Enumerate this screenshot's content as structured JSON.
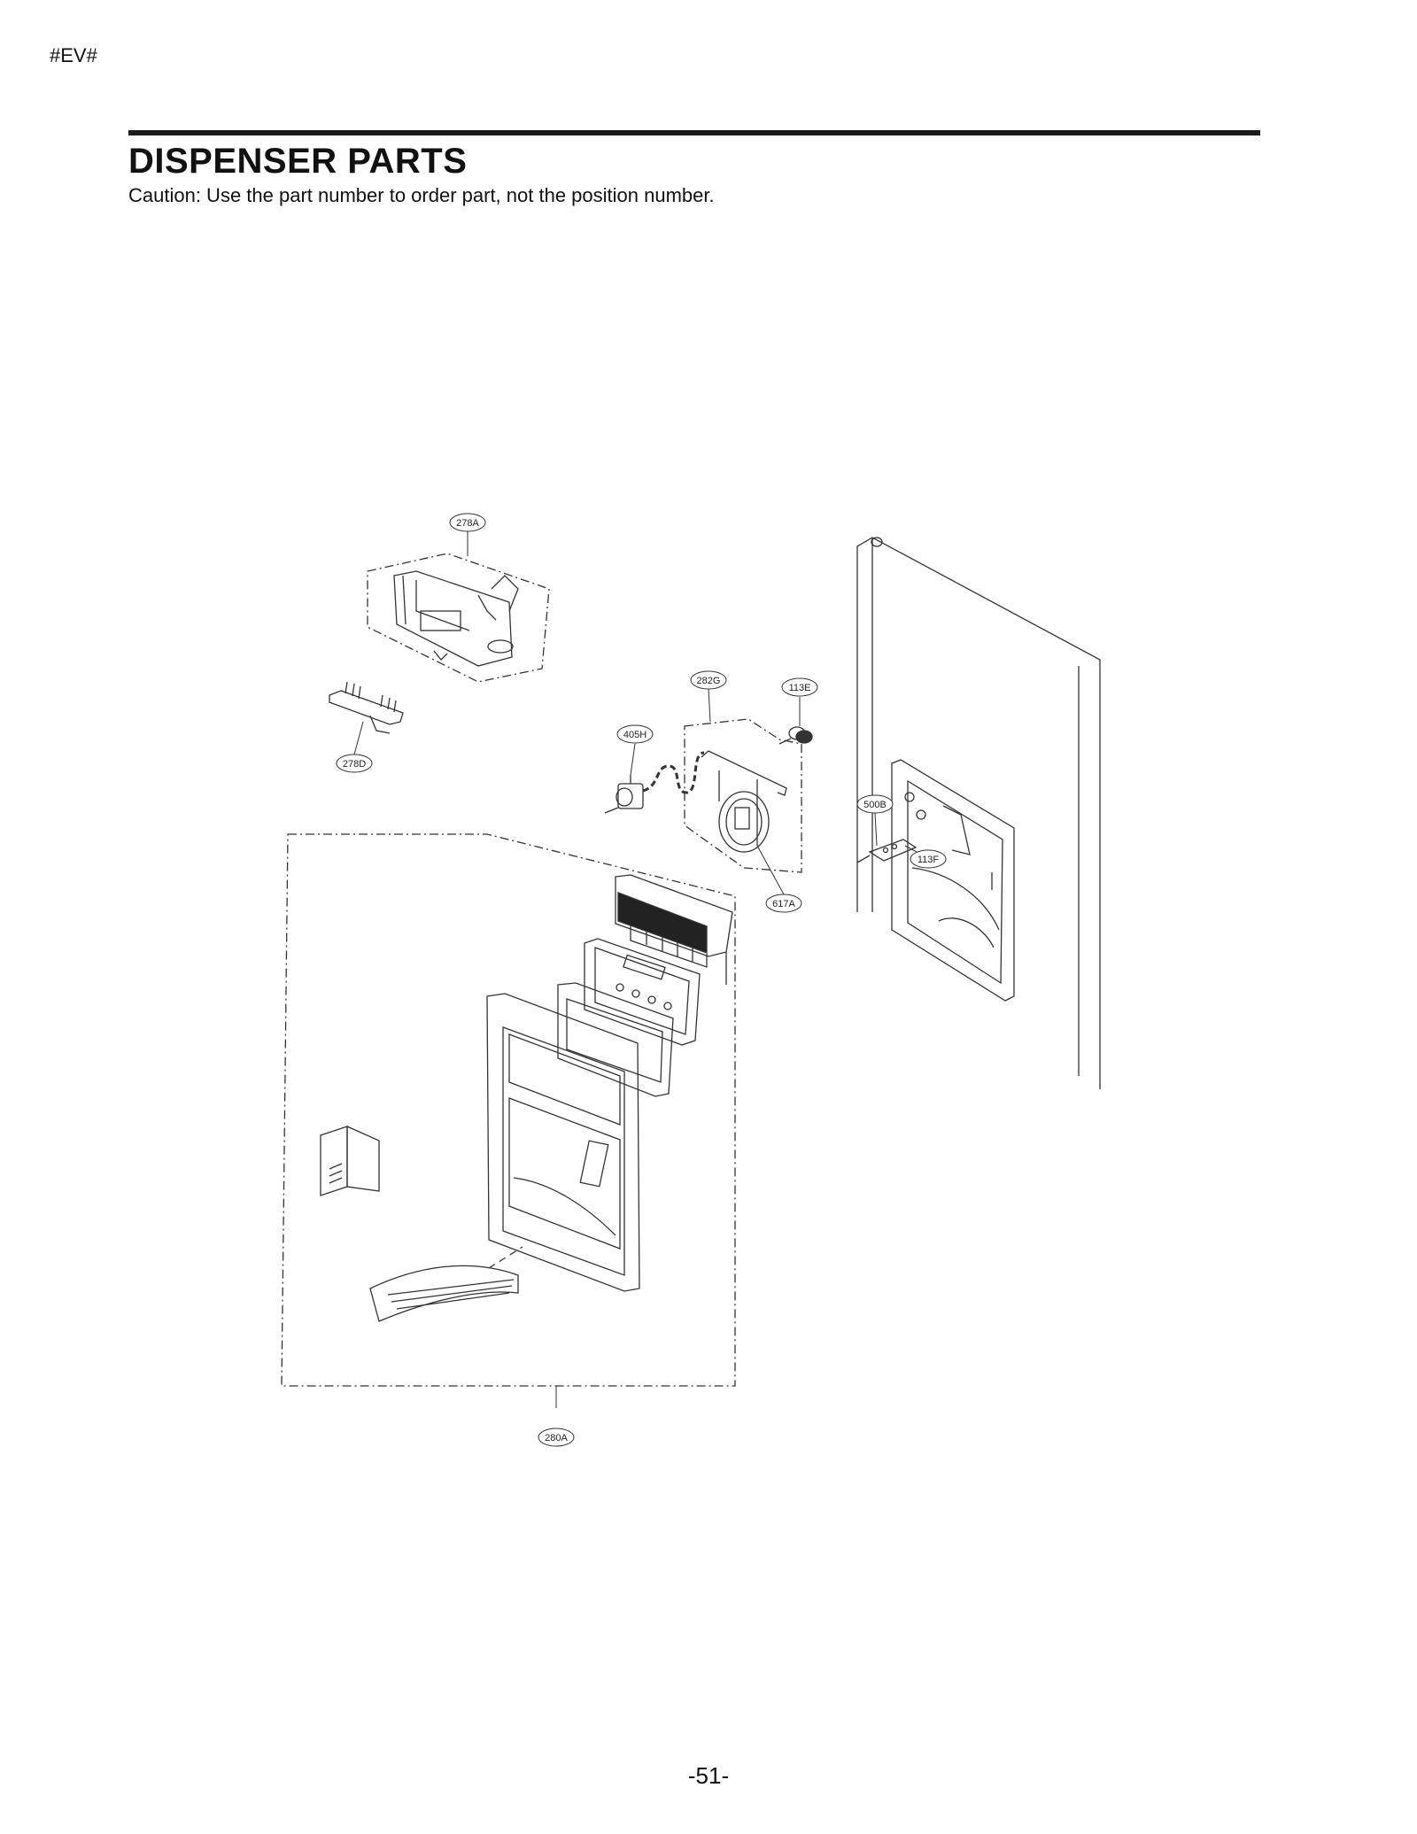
{
  "header": {
    "code": "#EV#",
    "title": "DISPENSER PARTS",
    "caution": "Caution: Use the part number to order part, not the position number."
  },
  "callouts": {
    "c278A": "278A",
    "c278D": "278D",
    "c282G": "282G",
    "c113E": "113E",
    "c405H": "405H",
    "c617A": "617A",
    "c500B": "500B",
    "c113F": "113F",
    "c280A": "280A"
  },
  "footer": {
    "page": "-51-"
  }
}
